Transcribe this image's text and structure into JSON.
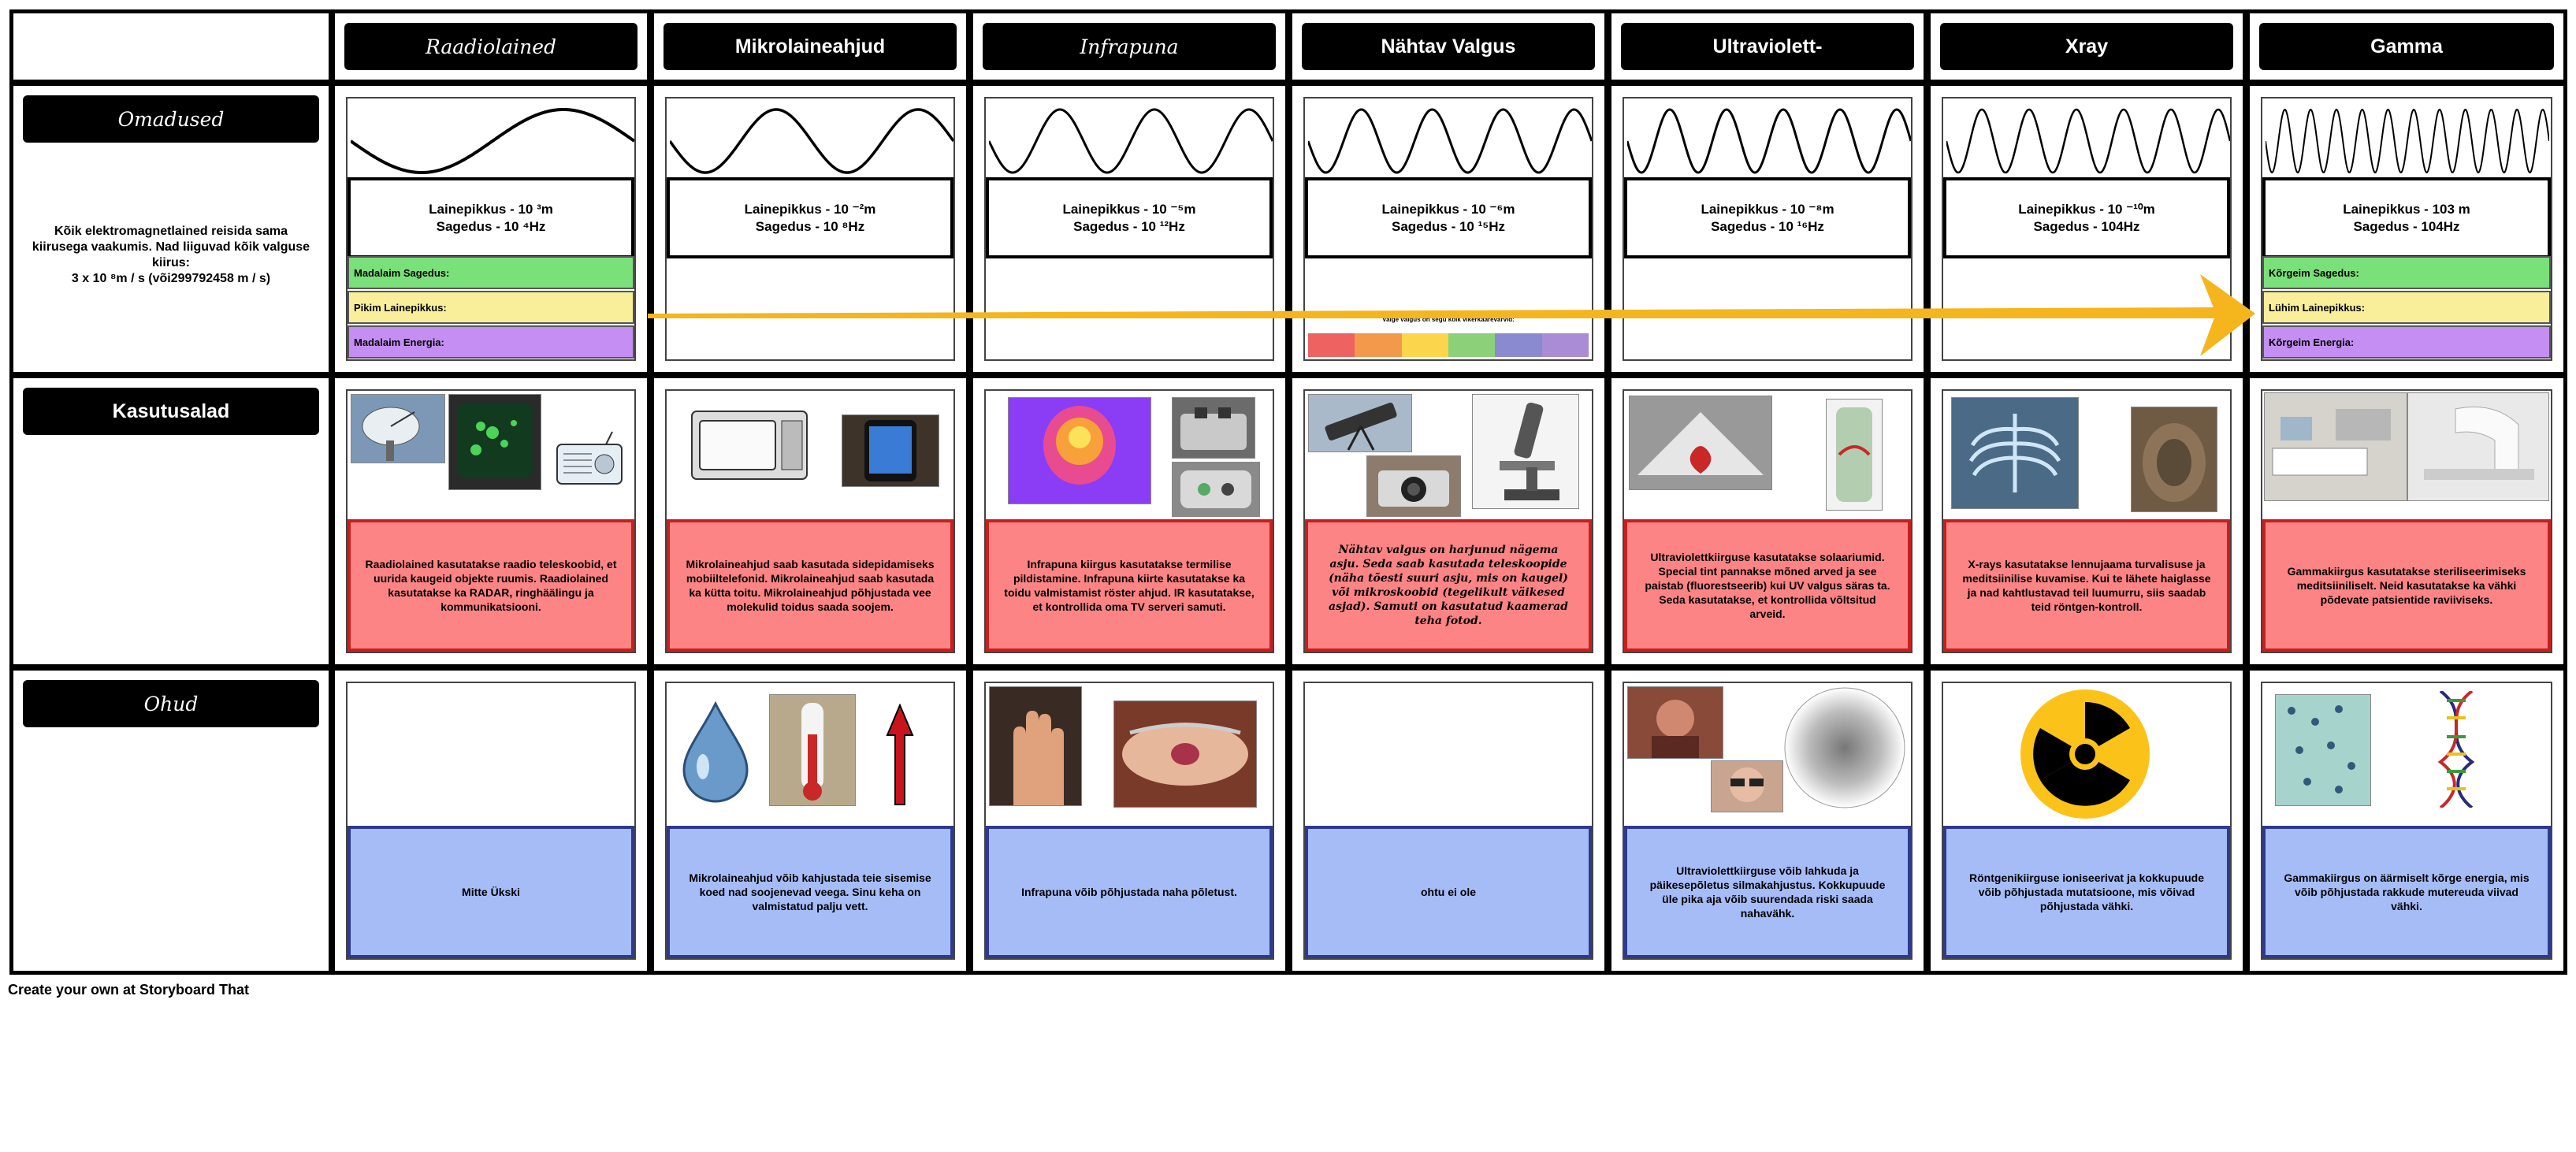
{
  "columns": [
    "Raadiolained",
    "Mikrolaineahjud",
    "Infrapuna",
    "Nähtav Valgus",
    "Ultraviolett-",
    "Xray",
    "Gamma"
  ],
  "rows": {
    "omadused": {
      "label": "Omadused",
      "desc": "Kõik elektromagnetlained reisida sama kiirusega vaakumis. Nad liiguvad kõik valguse kiirus:",
      "speed": "3 x 10 ⁸m / s (või299792458 m / s)"
    },
    "kasutusalad": {
      "label": "Kasutusalad"
    },
    "ohud": {
      "label": "Ohud"
    }
  },
  "properties": [
    {
      "l1": "Lainepikkus - 10 ³m",
      "l2": "Sagedus - 10 ⁴Hz",
      "bars": [
        "Madalaim Sagedus:",
        "Pikim Lainepikkus:",
        "Madalaim Energia:"
      ]
    },
    {
      "l1": "Lainepikkus - 10 ⁻²m",
      "l2": "Sagedus - 10 ⁸Hz"
    },
    {
      "l1": "Lainepikkus - 10 ⁻⁵m",
      "l2": "Sagedus - 10 ¹²Hz"
    },
    {
      "l1": "Lainepikkus - 10 ⁻⁶m",
      "l2": "Sagedus - 10 ¹⁵Hz",
      "spectrum_label": "Valge valgus on segu kõik vikerkaarevärvid:"
    },
    {
      "l1": "Lainepikkus - 10 ⁻⁸m",
      "l2": "Sagedus - 10 ¹⁶Hz"
    },
    {
      "l1": "Lainepikkus - 10 ⁻¹⁰m",
      "l2": "Sagedus - 104Hz"
    },
    {
      "l1": "Lainepikkus - 103 m",
      "l2": "Sagedus - 104Hz",
      "bars": [
        "Kõrgeim Sagedus:",
        "Lühim Lainepikkus:",
        "Kõrgeim Energia:"
      ]
    }
  ],
  "uses": [
    "Raadiolained kasutatakse raadio teleskoobid, et uurida kaugeid objekte ruumis. Raadiolained kasutatakse ka RADAR, ringhäälingu ja kommunikatsiooni.",
    "Mikrolaineahjud saab kasutada sidepidamiseks mobiiltelefonid. Mikrolaineahjud saab kasutada ka kütta toitu. Mikrolaineahjud põhjustada vee molekulid toidus saada soojem.",
    "Infrapuna kiirgus kasutatakse termilise pildistamine. Infrapuna kiirte kasutatakse ka toidu valmistamist röster ahjud. IR kasutatakse, et kontrollida oma TV serveri samuti.",
    "Nähtav valgus on harjunud nägema asju. Seda saab kasutada teleskoopide (näha tõesti suuri asju, mis on kaugel) või mikroskoobid (tegelikult väikesed asjad). Samuti on kasutatud kaamerad teha fotod.",
    "Ultraviolettkiirguse kasutatakse solaariumid. Special tint pannakse mõned arved ja see paistab (fluorestseerib) kui UV valgus säras ta. Seda kasutatakse, et kontrollida võltsitud arveid.",
    "X-rays kasutatakse lennujaama turvalisuse ja meditsiinilise kuvamise. Kui te lähete haiglasse ja nad kahtlustavad teil luumurru, siis saadab teid röntgen-kontroll.",
    "Gammakiirgus kasutatakse steriliseerimiseks meditsiiniliselt. Neid kasutatakse ka vähki põdevate patsientide raviiviseks."
  ],
  "dangers": [
    "Mitte Ükski",
    "Mikrolaineahjud võib kahjustada teie sisemise koed nad soojenevad veega. Sinu keha on valmistatud palju vett.",
    "Infrapuna võib põhjustada naha põletust.",
    "ohtu ei ole",
    "Ultraviolettkiirguse võib lahkuda ja päikesepõletus silmakahjustus. Kokkupuude üle pika aja võib suurendada riski saada nahavähk.",
    "Röntgenikiirguse ioniseerivat ja kokkupuude võib põhjustada mutatsioone, mis võivad põhjustada vähki.",
    "Gammakiirgus on äärmiselt kõrge energia, mis võib põhjustada rakkude mutereuda viivad vähki."
  ],
  "footer": {
    "cta": "Create your own at Storyboard That"
  },
  "colors": {
    "red": "#fd8484",
    "blue": "#a6bcf7",
    "green": "#7ae07a",
    "yellow": "#f9ee9a",
    "purple": "#c58ef2",
    "arrow": "#f5b51d"
  }
}
